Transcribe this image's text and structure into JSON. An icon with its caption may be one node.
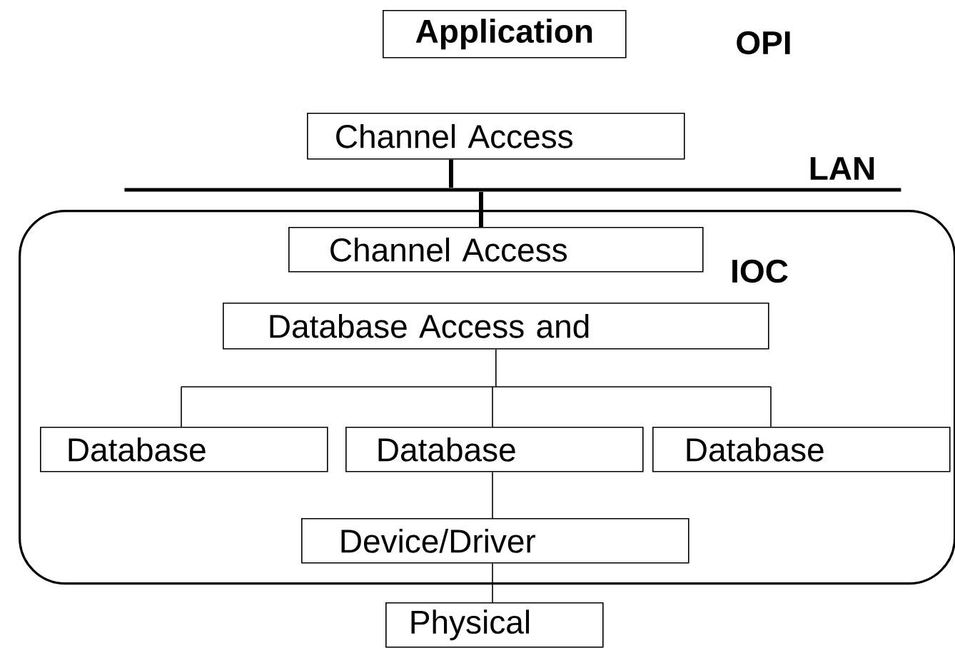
{
  "diagram": {
    "nodes": [
      {
        "text": [
          "Application"
        ]
      },
      {
        "text": [
          "Channel Access"
        ]
      },
      {
        "text": [],
        "shape": "bar",
        "beside": [
          "LAN"
        ]
      },
      {
        "text": [
          "IOC"
        ]
      },
      {
        "text": [
          "Channel Access"
        ],
        "in": 3
      },
      {
        "text": [
          "Database Access and"
        ],
        "in": 3
      },
      {
        "text": [
          "Database"
        ],
        "in": 3
      },
      {
        "text": [
          "Database"
        ],
        "in": 3
      },
      {
        "text": [
          "Database"
        ],
        "in": 3
      },
      {
        "text": [
          "Device/Driver"
        ],
        "in": 3
      },
      {
        "text": [
          "Physical"
        ]
      }
    ],
    "edges": [
      {
        "from": 1,
        "to": 2,
        "arrow": "none",
        "style": "thick"
      },
      {
        "from": 2,
        "to": 4,
        "arrow": "none",
        "style": "thick"
      },
      {
        "from": 5,
        "to": 6,
        "arrow": "none"
      },
      {
        "from": 5,
        "to": 7,
        "arrow": "none"
      },
      {
        "from": 5,
        "to": 8,
        "arrow": "none"
      },
      {
        "from": 7,
        "to": 9,
        "arrow": "none"
      },
      {
        "from": 9,
        "to": 10,
        "arrow": "none"
      }
    ],
    "labels": [
      "OPI"
    ]
  }
}
